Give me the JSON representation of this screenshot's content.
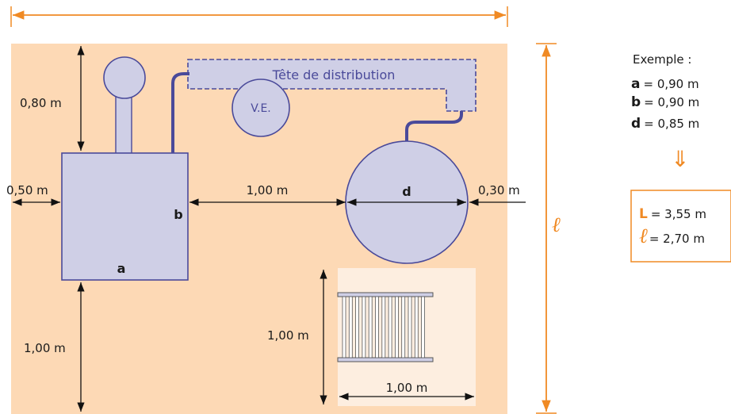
{
  "colors": {
    "room": "#fdd9b5",
    "light_zone": "#fdeee0",
    "equipment_fill": "#cfcfe6",
    "equipment_stroke": "#4a4a9a",
    "pipe": "#4a4a9a",
    "accent": "#f08a24",
    "dim": "#111111"
  },
  "labels": {
    "distribution_head": "Tête de distribution",
    "expansion_vessel": "V.E.",
    "a": "a",
    "b": "b",
    "d": "d",
    "length_symbol": "ℓ"
  },
  "dimensions": {
    "top_clearance": "0,80 m",
    "left_clearance": "0,50 m",
    "middle_gap": "1,00 m",
    "right_clearance": "0,30 m",
    "bottom_clearance": "1,00 m",
    "radiator_height": "1,00 m",
    "radiator_width": "1,00 m"
  },
  "example": {
    "title": "Exemple :",
    "lines": [
      {
        "key": "a",
        "value": "= 0,90 m"
      },
      {
        "key": "b",
        "value": "= 0,90 m"
      },
      {
        "key": "d",
        "value": "= 0,85 m"
      }
    ],
    "implies": "⇓",
    "results": [
      {
        "key": "L",
        "value": "= 3,55 m"
      },
      {
        "key": "ℓ",
        "value": "= 2,70 m"
      }
    ]
  }
}
